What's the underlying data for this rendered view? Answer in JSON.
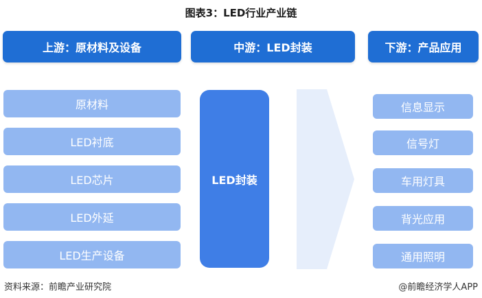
{
  "title": "图表3：LED行业产业链",
  "headers": {
    "upstream": "上游：原材料及设备",
    "midstream": "中游：LED封装",
    "downstream": "下游：产品应用"
  },
  "upstream_items": [
    "原材料",
    "LED衬底",
    "LED芯片",
    "LED外延",
    "LED生产设备"
  ],
  "midstream_label": "LED封装",
  "downstream_items": [
    "信息显示",
    "信号灯",
    "车用灯具",
    "背光应用",
    "通用照明"
  ],
  "footer": {
    "source": "资料来源：前瞻产业研究院",
    "credit": "@前瞻经济学人APP"
  },
  "colors": {
    "header_bg": "#1f6ed4",
    "item_bg": "#92b7f1",
    "mid_bg": "#3f7ee6",
    "arrow": "#e6eefb"
  }
}
